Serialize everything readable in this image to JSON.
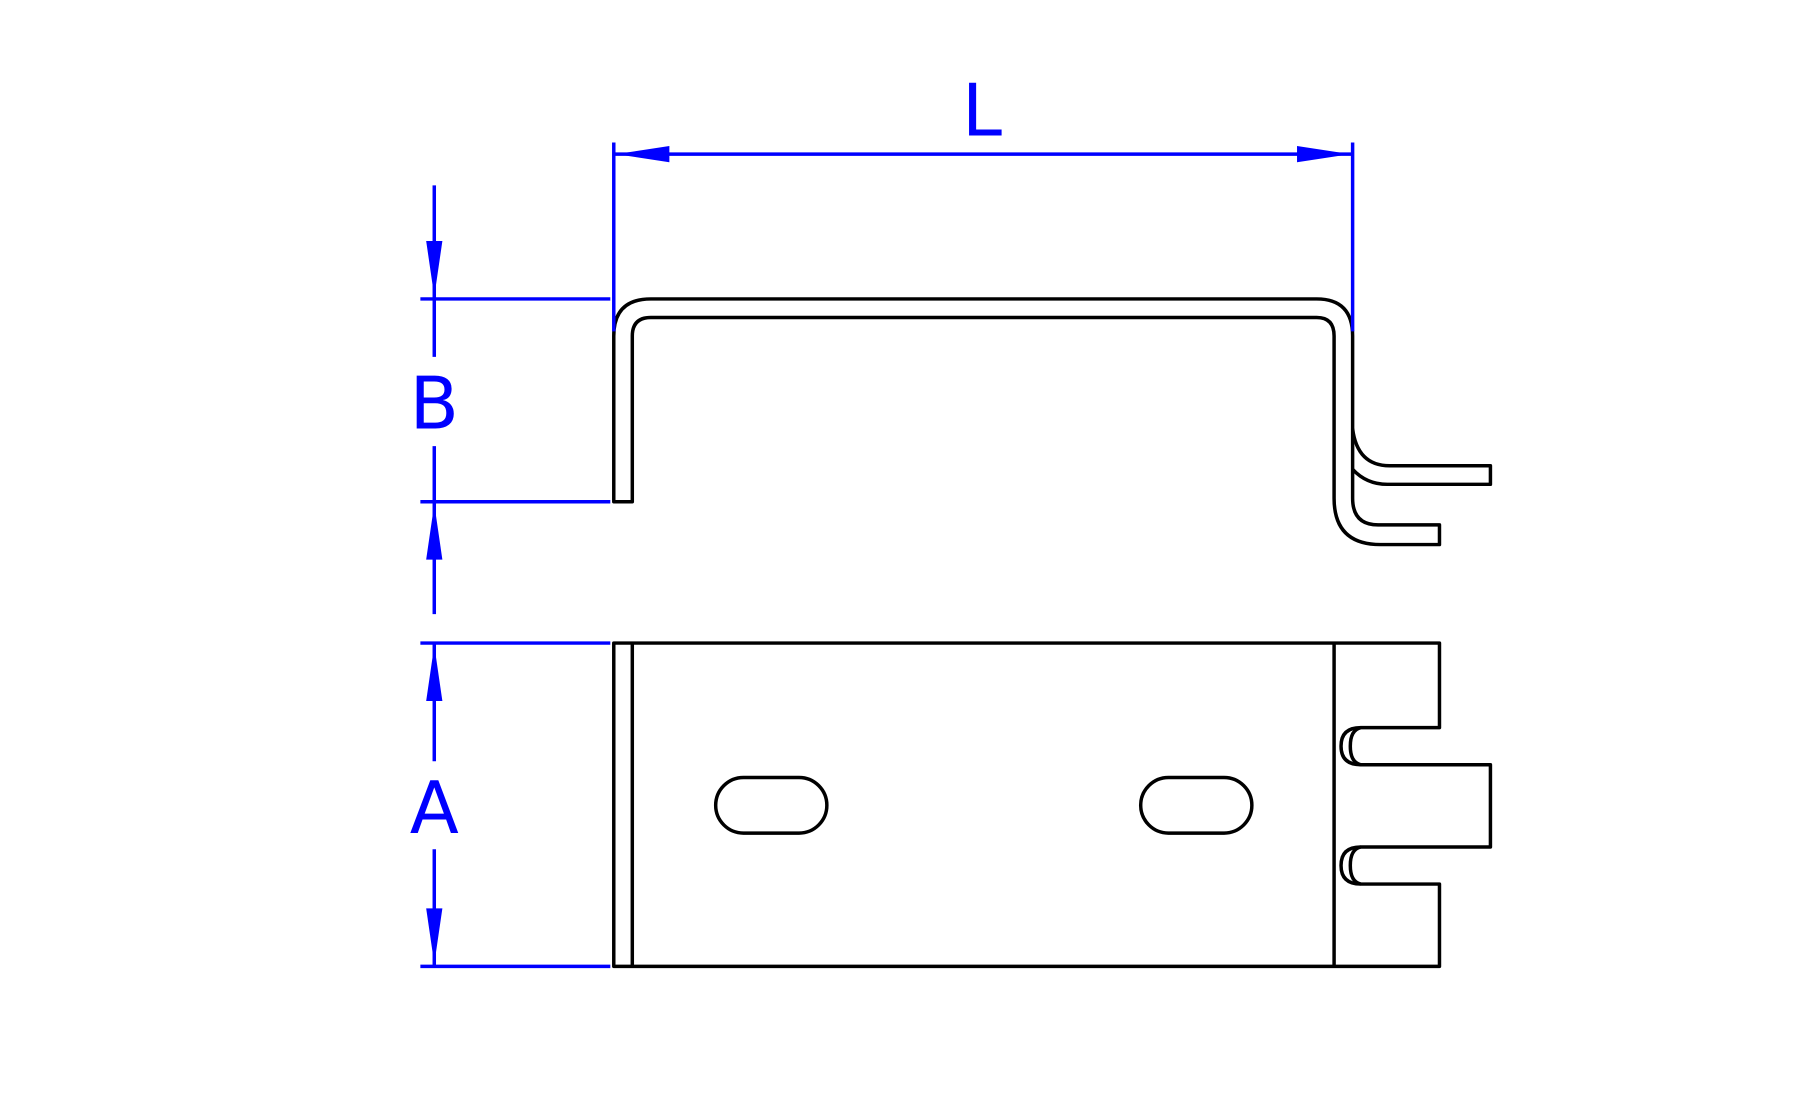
{
  "drawing": {
    "dimension_labels": {
      "length": "L",
      "height": "B",
      "width": "A"
    },
    "colors": {
      "part_outline": "#000000",
      "dimensions": "#0000ff",
      "background": "#ffffff"
    }
  }
}
